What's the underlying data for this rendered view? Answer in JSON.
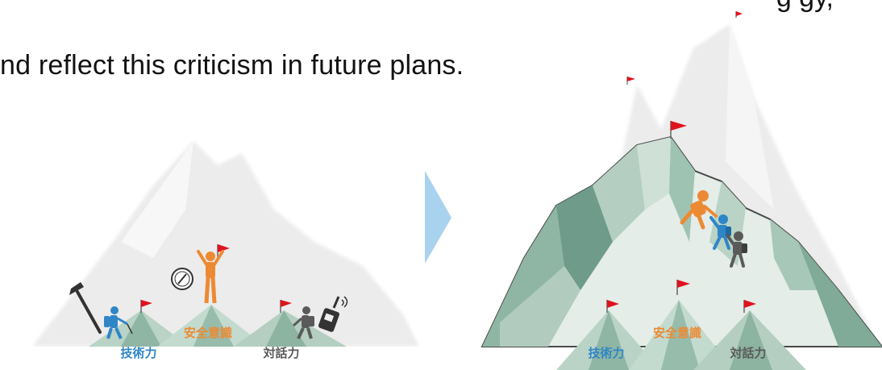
{
  "slide": {
    "clipped_top_text": "g                          gy,",
    "caption": "nd reflect this criticism in future plans."
  },
  "left_scene": {
    "peak_labels": {
      "technical": "技術力",
      "safety": "安全意識",
      "dialogue": "対話力"
    }
  },
  "right_scene": {
    "peak_labels": {
      "technical": "技術力",
      "safety": "安全意識",
      "dialogue": "対話力"
    }
  },
  "colors": {
    "technical": "#2f86c7",
    "safety": "#ec8a34",
    "dialogue": "#5a5a5a",
    "flag": "#e0121d",
    "arrow": "#a9d2ef",
    "mountain_green": "#9ec3b3",
    "mountain_dark": "#5f8f7e",
    "mountain_light": "#e9efeb"
  },
  "icons": [
    "ice-axe-icon",
    "compass-icon",
    "radio-icon",
    "flag-icon",
    "climber-icon"
  ]
}
